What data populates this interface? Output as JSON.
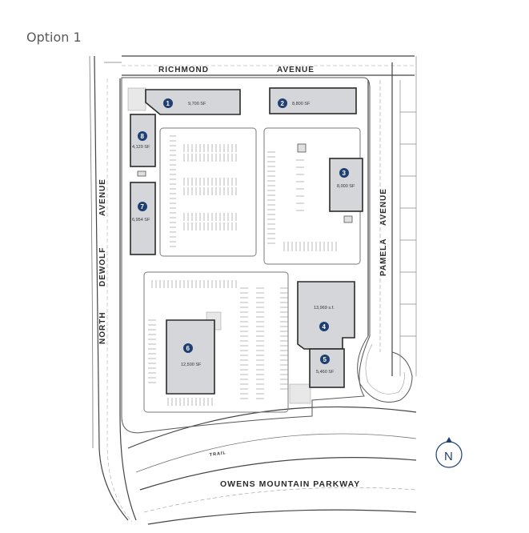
{
  "title": "Option 1",
  "streets": {
    "richmond": "RICHMOND",
    "avenue_top": "AVENUE",
    "dewolf_avenue": "AVENUE",
    "dewolf": "DEWOLF",
    "north": "NORTH",
    "pamela": "PAMELA",
    "pamela_avenue": "AVENUE",
    "owens": "OWENS MOUNTAIN PARKWAY",
    "trail": "TRAIL"
  },
  "buildings": [
    {
      "number": "1",
      "size": "9,700 SF"
    },
    {
      "number": "2",
      "size": "8,800 SF"
    },
    {
      "number": "3",
      "size": "8,000 SF"
    },
    {
      "number": "4",
      "size": "13,969 s.f."
    },
    {
      "number": "5",
      "size": "5,460 SF"
    },
    {
      "number": "6",
      "size": "12,500 SF"
    },
    {
      "number": "7",
      "size": "6,954 SF"
    },
    {
      "number": "8",
      "size": "4,129 SF"
    }
  ],
  "compass": {
    "label": "N"
  },
  "colors": {
    "badge": "#1f3f73",
    "building": "#d4d6da",
    "compass": "#1f3f73"
  }
}
